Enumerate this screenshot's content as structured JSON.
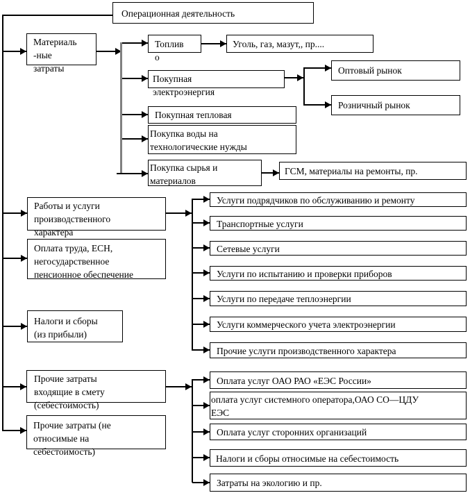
{
  "diagram": {
    "title": "Операционная деятельность",
    "level1": {
      "material": "Материаль\n-ные\nзатраты",
      "works": "Работы и услуги\nпроизводственного\nхарактера",
      "payroll": "Оплата труда, ЕСН,\nнегосударственное\nпенсионное обеспечение",
      "taxes_profit": "Налоги и сборы\n(из прибыли)",
      "other_in_estimate": "Прочие затраты\nвходящие в смету\n(себестоимость)",
      "other_not_attributed": "Прочие затраты (не\nотносимые на\nсебестоимость)"
    },
    "material_children": {
      "fuel": "Топлив\nо",
      "fuel_types": "Уголь, газ, мазут,, пр....",
      "electricity": "Покупная\nэлектроэнергия",
      "wholesale_market": "Оптовый рынок",
      "retail_market": "Розничный рынок",
      "heat": "Покупная тепловая",
      "water": "Покупка воды на\nтехнологические нужды",
      "raw_materials": "Покупка сырья и\nматериалов",
      "raw_details": "ГСМ, материалы на ремонты, пр."
    },
    "works_children": [
      "Услуги подрядчиков по обслуживанию и ремонту",
      "Транспортные услуги",
      "Сетевые услуги",
      "Услуги по испытанию и проверки приборов",
      "Услуги по передаче теплоэнергии",
      "Услуги коммерческого учета электроэнергии",
      "Прочие услуги производственного характера"
    ],
    "other_children": [
      "Оплата услуг ОАО РАО «ЕЭС России»",
      "оплата услуг системного оператора,ОАО СО—ЦДУ\nЕЭС",
      "Оплата услуг сторонних организаций",
      "Налоги и сборы относимые на себестоимость",
      "Затраты на экологию и пр."
    ],
    "colors": {
      "line": "#000000",
      "sub_spine": "#808080",
      "box_border": "#000000",
      "background": "#ffffff"
    }
  }
}
